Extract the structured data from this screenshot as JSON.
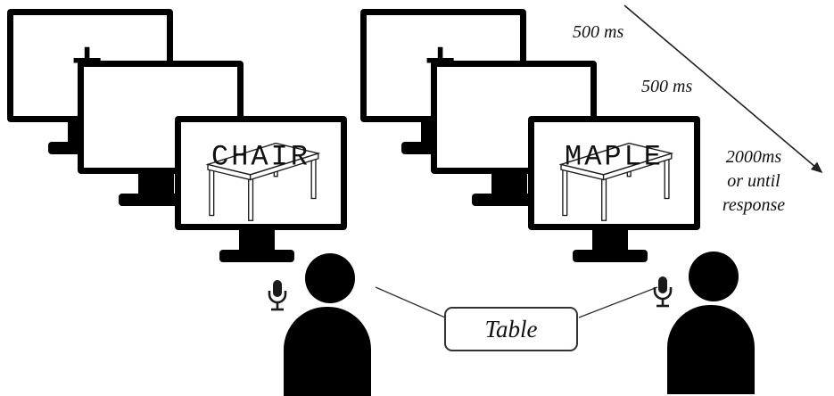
{
  "diagram": {
    "left_sequence": {
      "fixation_cross": "+",
      "stimulus_word": "CHAIR"
    },
    "right_sequence": {
      "fixation_cross": "+",
      "stimulus_word": "MAPLE"
    },
    "timeline": {
      "step1": "500 ms",
      "step2": "500 ms",
      "step3_line1": "2000ms",
      "step3_line2": "or until",
      "step3_line3": "response"
    },
    "response_box": {
      "label": "Table"
    },
    "colors": {
      "ink": "#000000",
      "background": "#ffffff",
      "mic": "#1a1a1a"
    }
  }
}
